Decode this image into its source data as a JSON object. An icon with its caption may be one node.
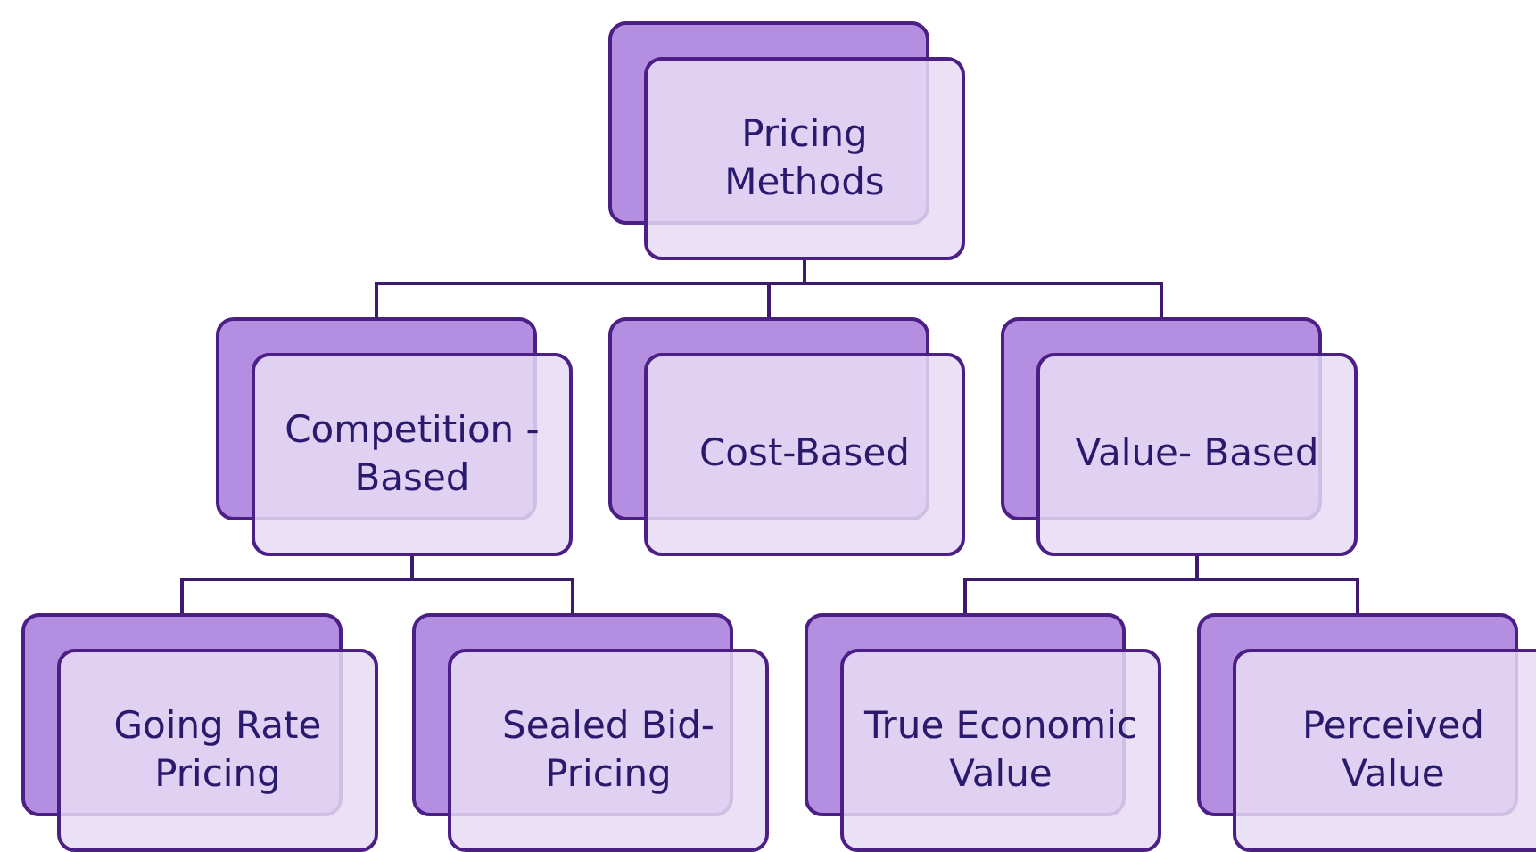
{
  "diagram": {
    "nodes": [
      {
        "text": [
          "Pricing Methods"
        ]
      },
      {
        "text": [
          "Competition -Based"
        ]
      },
      {
        "text": [
          "Cost-Based"
        ]
      },
      {
        "text": [
          "Value- Based"
        ]
      },
      {
        "text": [
          "Going Rate Pricing"
        ]
      },
      {
        "text": [
          "Sealed Bid-Pricing"
        ]
      },
      {
        "text": [
          "True Economic Value"
        ]
      },
      {
        "text": [
          "Perceived Value"
        ]
      }
    ],
    "edges": [
      {
        "from": 0,
        "to": 1,
        "arrow": "none"
      },
      {
        "from": 0,
        "to": 2,
        "arrow": "none"
      },
      {
        "from": 0,
        "to": 3,
        "arrow": "none"
      },
      {
        "from": 1,
        "to": 4,
        "arrow": "none"
      },
      {
        "from": 1,
        "to": 5,
        "arrow": "none"
      },
      {
        "from": 3,
        "to": 6,
        "arrow": "none"
      },
      {
        "from": 3,
        "to": 7,
        "arrow": "none"
      }
    ]
  }
}
